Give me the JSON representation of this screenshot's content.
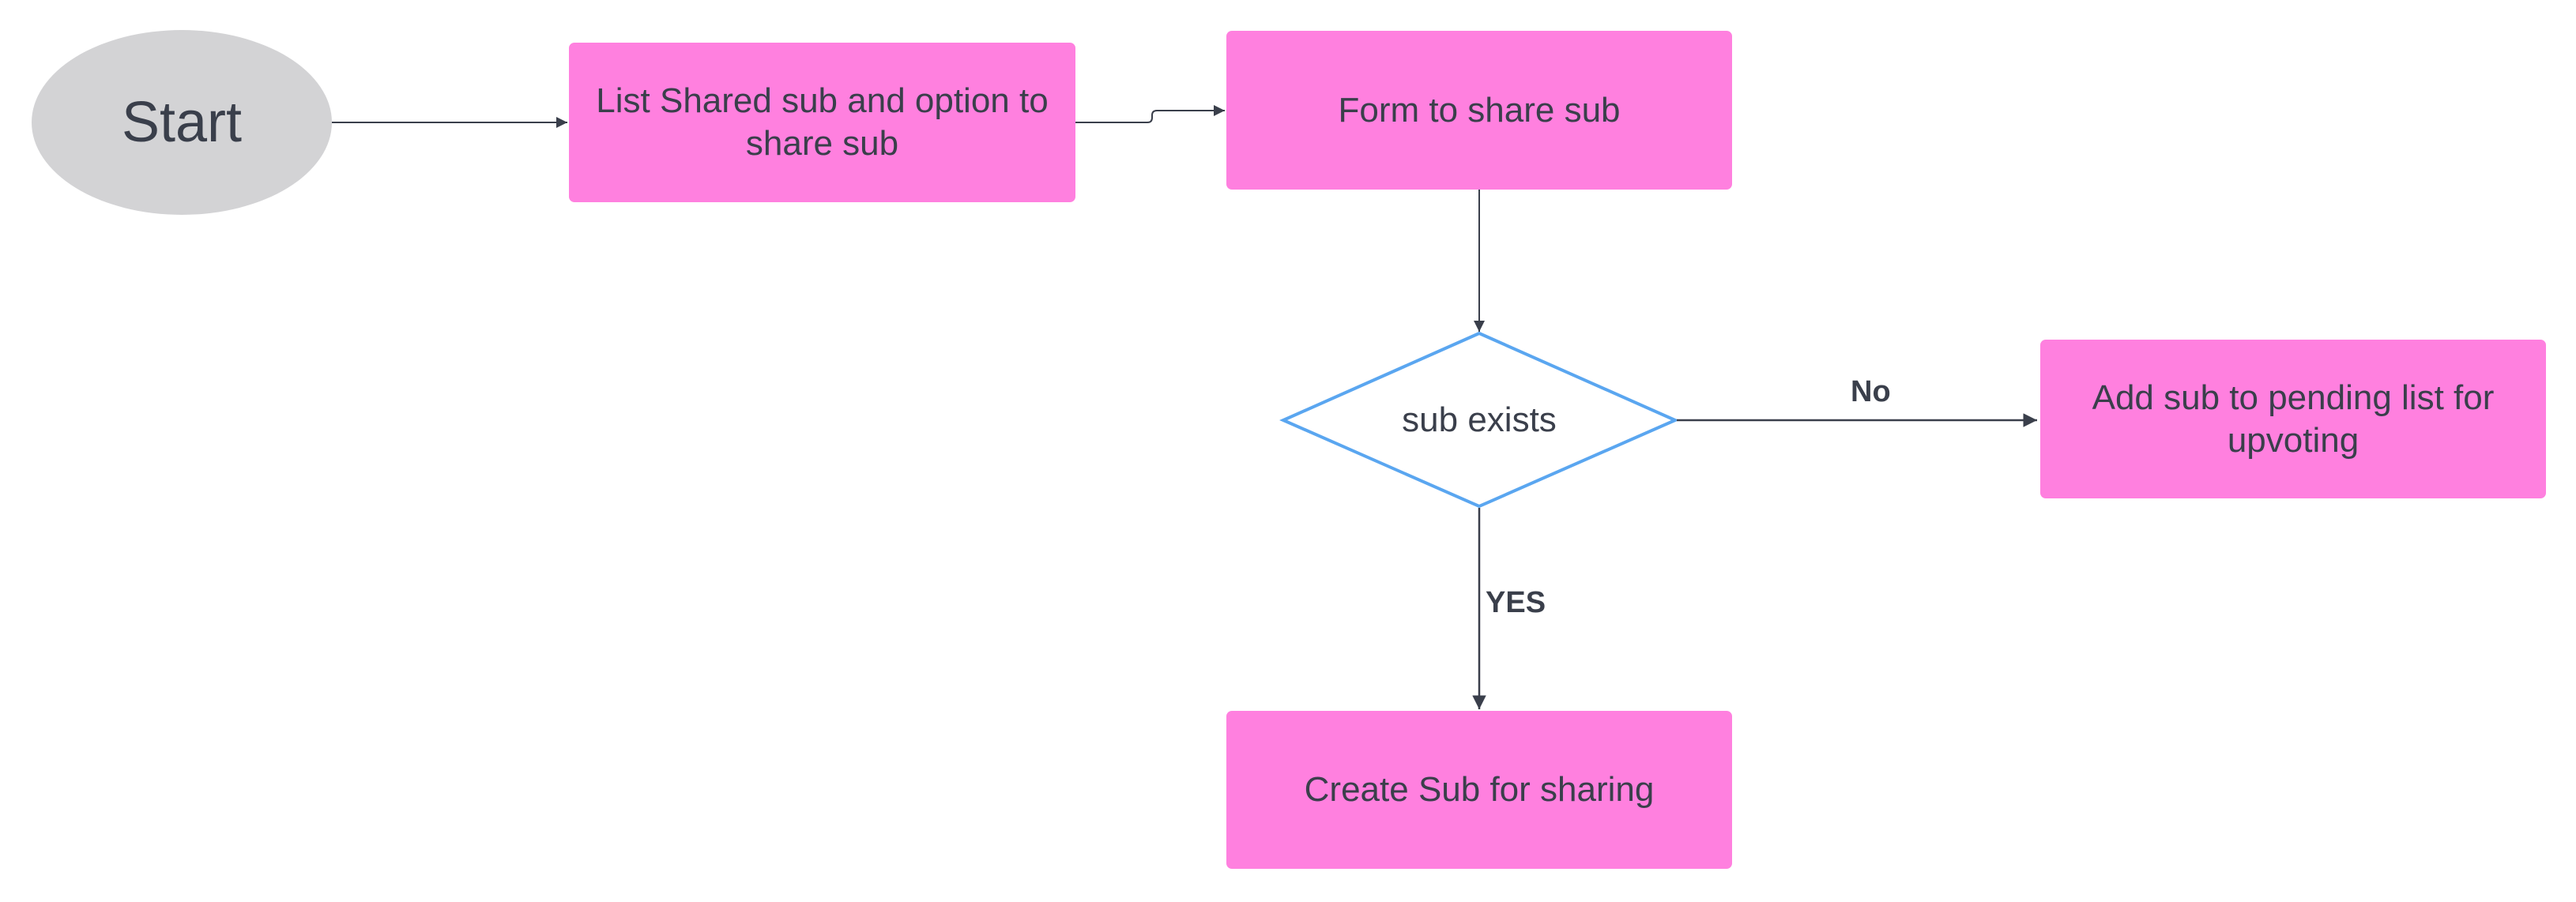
{
  "diagram": {
    "colors": {
      "process_fill": "#ff80df",
      "terminal_fill": "#d3d3d5",
      "decision_stroke": "#5aa6f0",
      "connector": "#3a3f4b",
      "text": "#3a3f4b"
    },
    "nodes": {
      "start": {
        "label": "Start",
        "shape": "terminal"
      },
      "list_shared": {
        "label": "List Shared sub and option to share sub",
        "shape": "process"
      },
      "form": {
        "label": "Form to share sub",
        "shape": "process"
      },
      "decision": {
        "label": "sub exists",
        "shape": "decision"
      },
      "pending": {
        "label": "Add sub to pending list for upvoting",
        "shape": "process"
      },
      "create": {
        "label": "Create Sub for sharing",
        "shape": "process"
      }
    },
    "edges": {
      "start_to_list": {
        "from": "start",
        "to": "list_shared",
        "label": ""
      },
      "list_to_form": {
        "from": "list_shared",
        "to": "form",
        "label": ""
      },
      "form_to_decision": {
        "from": "form",
        "to": "decision",
        "label": ""
      },
      "decision_no": {
        "from": "decision",
        "to": "pending",
        "label": "No"
      },
      "decision_yes": {
        "from": "decision",
        "to": "create",
        "label": "YES"
      }
    }
  }
}
